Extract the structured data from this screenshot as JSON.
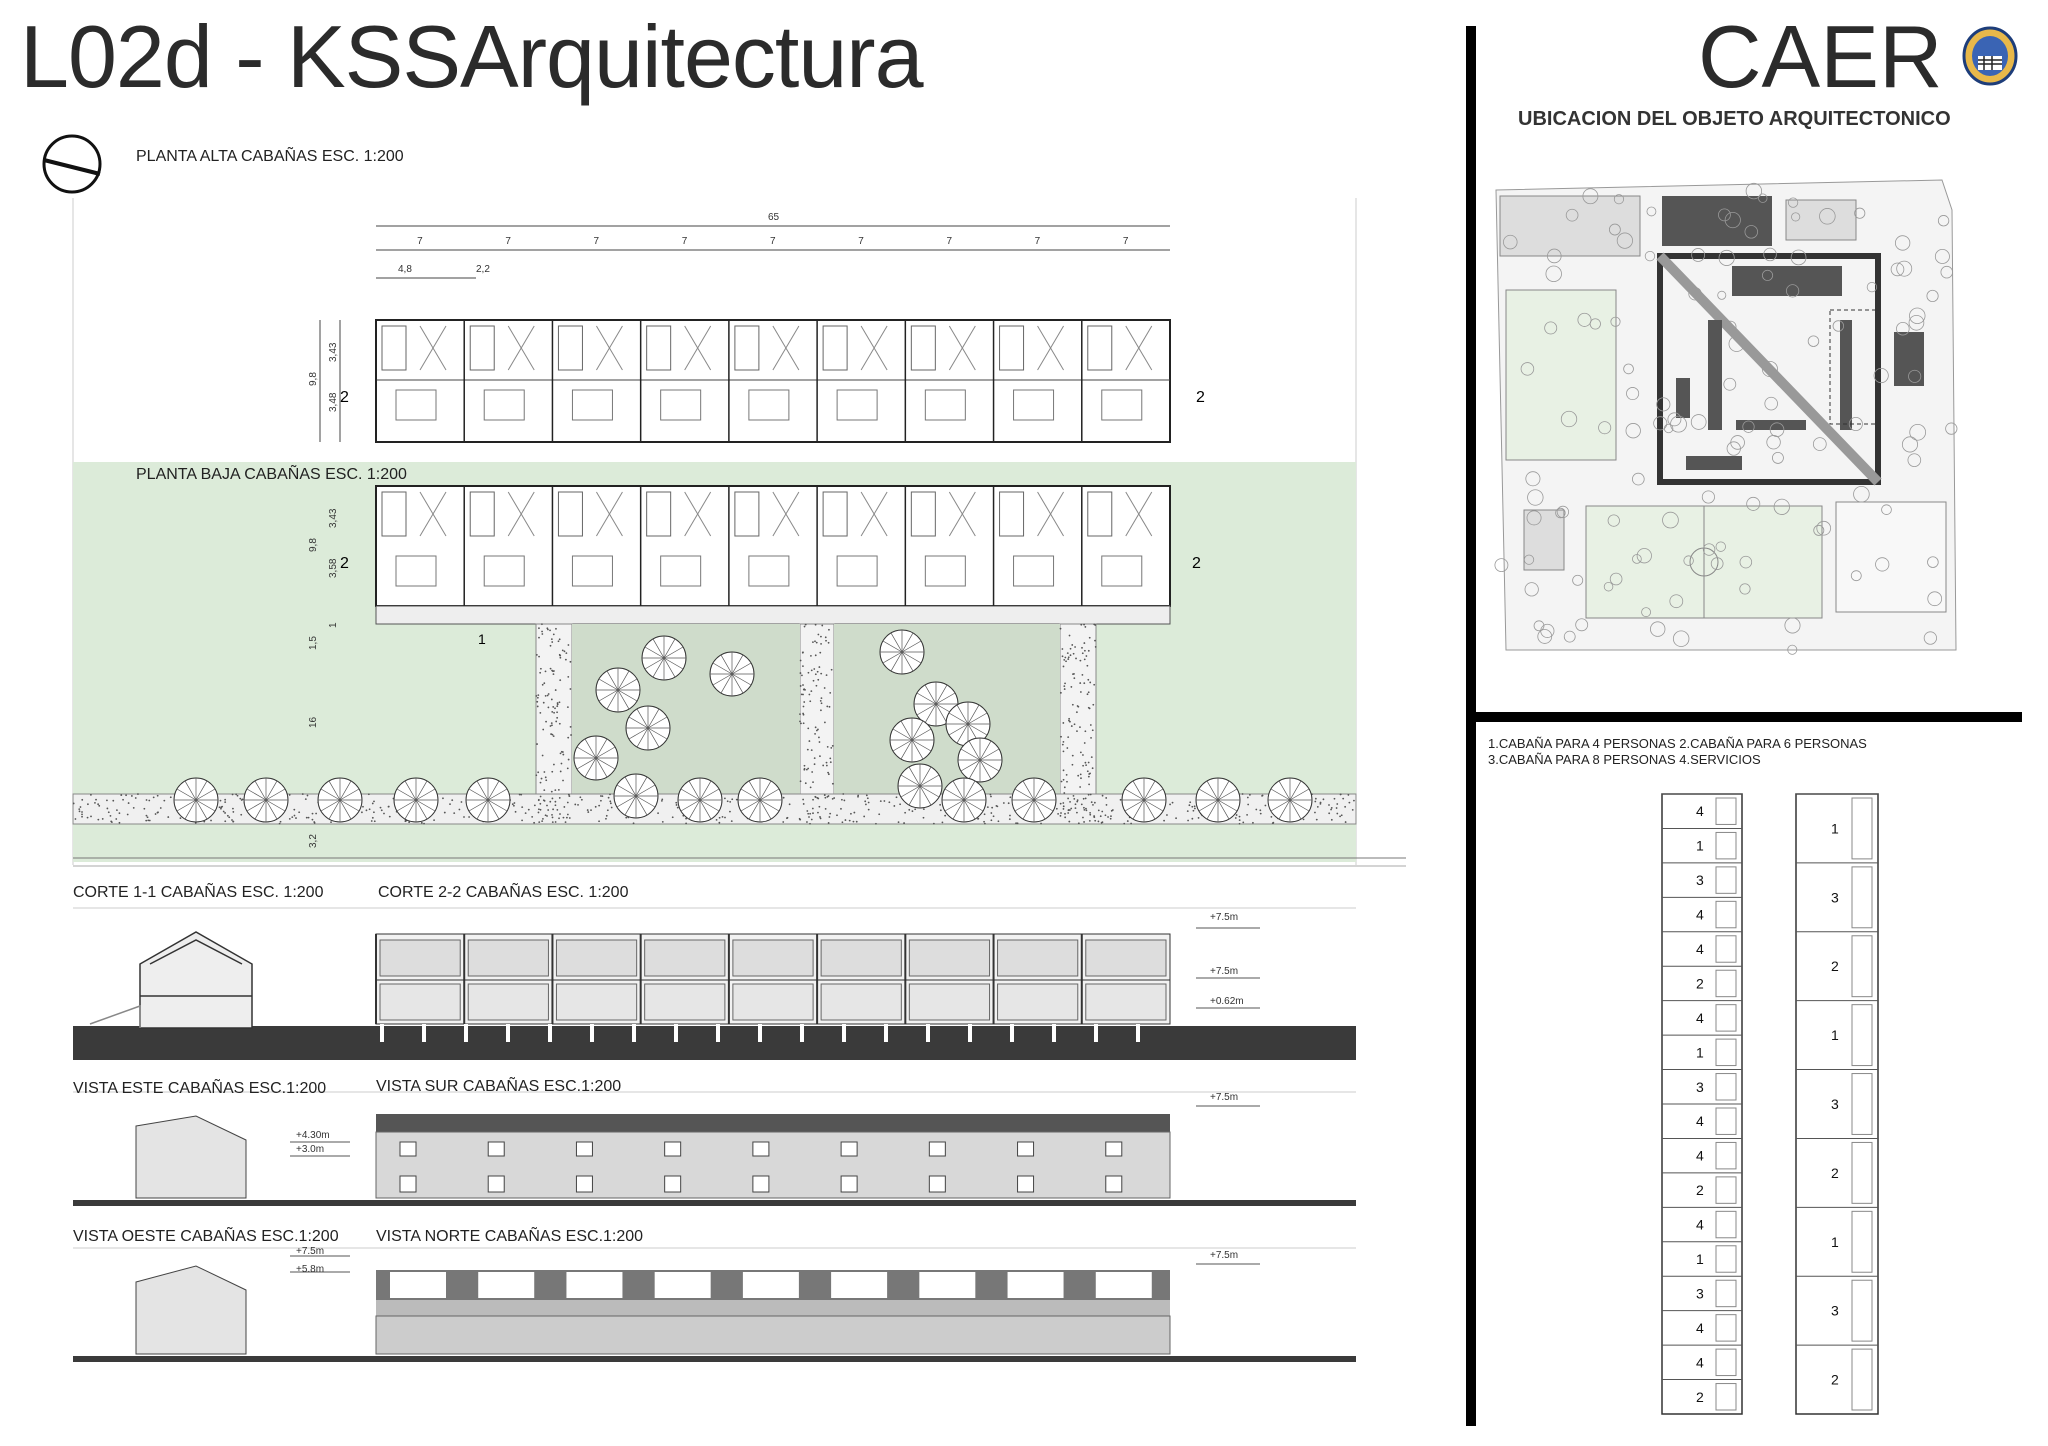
{
  "sheet": {
    "title": "L02d - KSSArquitectura",
    "brand": "CAER",
    "location_heading": "UBICACION DEL OBJETO ARQUITECTONICO"
  },
  "drawings": {
    "planta_alta": "PLANTA ALTA CABAÑAS ESC. 1:200",
    "planta_baja": "PLANTA BAJA CABAÑAS ESC. 1:200",
    "corte_1": "CORTE 1-1 CABAÑAS ESC. 1:200",
    "corte_2": "CORTE 2-2 CABAÑAS ESC. 1:200",
    "vista_este": "VISTA ESTE CABAÑAS ESC.1:200",
    "vista_sur": "VISTA SUR CABAÑAS ESC.1:200",
    "vista_oeste": "VISTA OESTE CABAÑAS ESC.1:200",
    "vista_norte": "VISTA NORTE CABAÑAS ESC.1:200"
  },
  "dimensions": {
    "total": "65",
    "module": "7",
    "sub_a": "4,8",
    "sub_b": "2,2",
    "depth": "9,8",
    "upper_a": "3,43",
    "upper_b": "3,48",
    "lower_a": "3,43",
    "lower_b": "3,58",
    "one": "1",
    "one_five": "1,5",
    "sixteen": "16",
    "three_two": "3,2",
    "section_mark": "2",
    "section_mark_1": "1"
  },
  "levels": {
    "l_75": "+7.5m",
    "l_062": "+0.62m",
    "l_430": "+4.30m",
    "l_30": "+3.0m",
    "l_58": "+5.8m"
  },
  "legend": {
    "line1": "1.CABAÑA PARA 4 PERSONAS   2.CABAÑA PARA 6 PERSONAS",
    "line2": "3.CABAÑA PARA 8 PERSONAS  4.SERVICIOS"
  },
  "strip_left": [
    "4",
    "1",
    "3",
    "4",
    "4",
    "2",
    "4",
    "1",
    "3",
    "4",
    "4",
    "2",
    "4",
    "1",
    "3",
    "4",
    "4",
    "2"
  ],
  "strip_right": [
    "1",
    "3",
    "2",
    "1",
    "3",
    "2",
    "1",
    "3",
    "2"
  ],
  "colors": {
    "lawn": "#dcebd9",
    "ground": "#3a3a3a",
    "building": "#555555"
  }
}
